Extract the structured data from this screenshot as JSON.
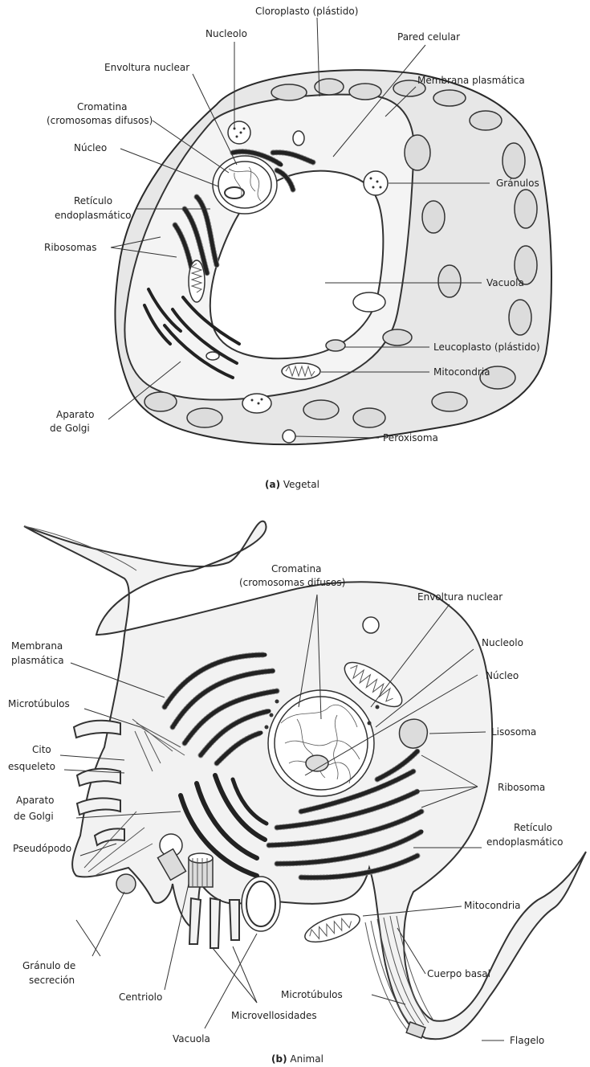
{
  "panels": [
    {
      "id": "a",
      "caption_letter": "(a)",
      "caption_text": " Vegetal",
      "labels": [
        "Cloroplasto (plástido)",
        "Nucleolo",
        "Pared celular",
        "Envoltura nuclear",
        "Membrana plasmática",
        "Cromatina",
        "(cromosomas difusos)",
        "Núcleo",
        "Gránulos",
        "Retículo",
        "endoplasmático",
        "Ribosomas",
        "Vacuola",
        "Leucoplasto (plástido)",
        "Mitocondria",
        "Aparato",
        "de Golgi",
        "Peroxisoma"
      ]
    },
    {
      "id": "b",
      "caption_letter": "(b)",
      "caption_text": " Animal",
      "labels": [
        "Cromatina",
        "(cromosomas difusos)",
        "Envoltura nuclear",
        "Membrana",
        "plasmática",
        "Nucleolo",
        "Núcleo",
        "Microtúbulos",
        "Lisosoma",
        "Cito",
        "esqueleto",
        "Ribosoma",
        "Aparato",
        "de Golgi",
        "Retículo",
        "endoplasmático",
        "Pseudópodo",
        "Mitocondria",
        "Gránulo de",
        "secreción",
        "Cuerpo basal",
        "Microtúbulos",
        "Centriolo",
        "Microvellosidades",
        "Vacuola",
        "Flagelo"
      ]
    }
  ]
}
